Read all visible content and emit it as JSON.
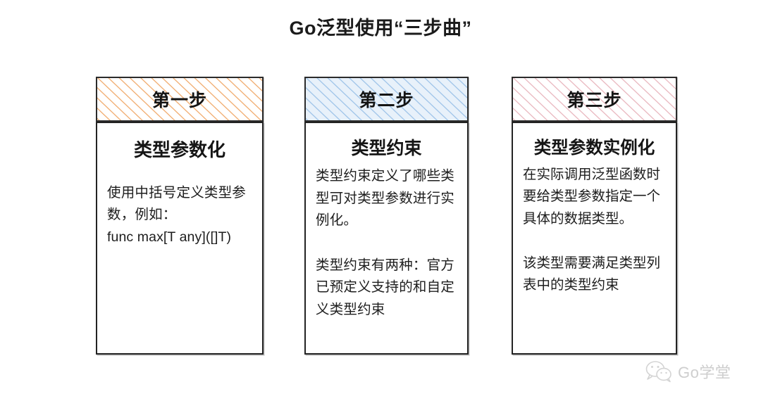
{
  "title": "Go泛型使用“三步曲”",
  "cards": [
    {
      "step_label": "第一步",
      "heading": "类型参数化",
      "hatch_color": "#f0a868",
      "header_fill": "#ffffff",
      "paragraphs": [
        "使用中括号定义类型参数，例如：",
        "func max[T any]([]T)"
      ]
    },
    {
      "step_label": "第二步",
      "heading": "类型约束",
      "hatch_color": "#9cc2e8",
      "header_fill": "#e8f1fa",
      "paragraphs": [
        "类型约束定义了哪些类型可对类型参数进行实例化。",
        "类型约束有两种：官方已预定义支持的和自定义类型约束"
      ]
    },
    {
      "step_label": "第三步",
      "heading": "类型参数实例化",
      "hatch_color": "#e8b4bc",
      "header_fill": "#ffffff",
      "paragraphs": [
        "在实际调用泛型函数时要给类型参数指定一个具体的数据类型。",
        "该类型需要满足类型列表中的类型约束"
      ]
    }
  ],
  "watermark": {
    "icon": "wechat-icon",
    "text": "Go学堂",
    "color": "#cccccc"
  }
}
